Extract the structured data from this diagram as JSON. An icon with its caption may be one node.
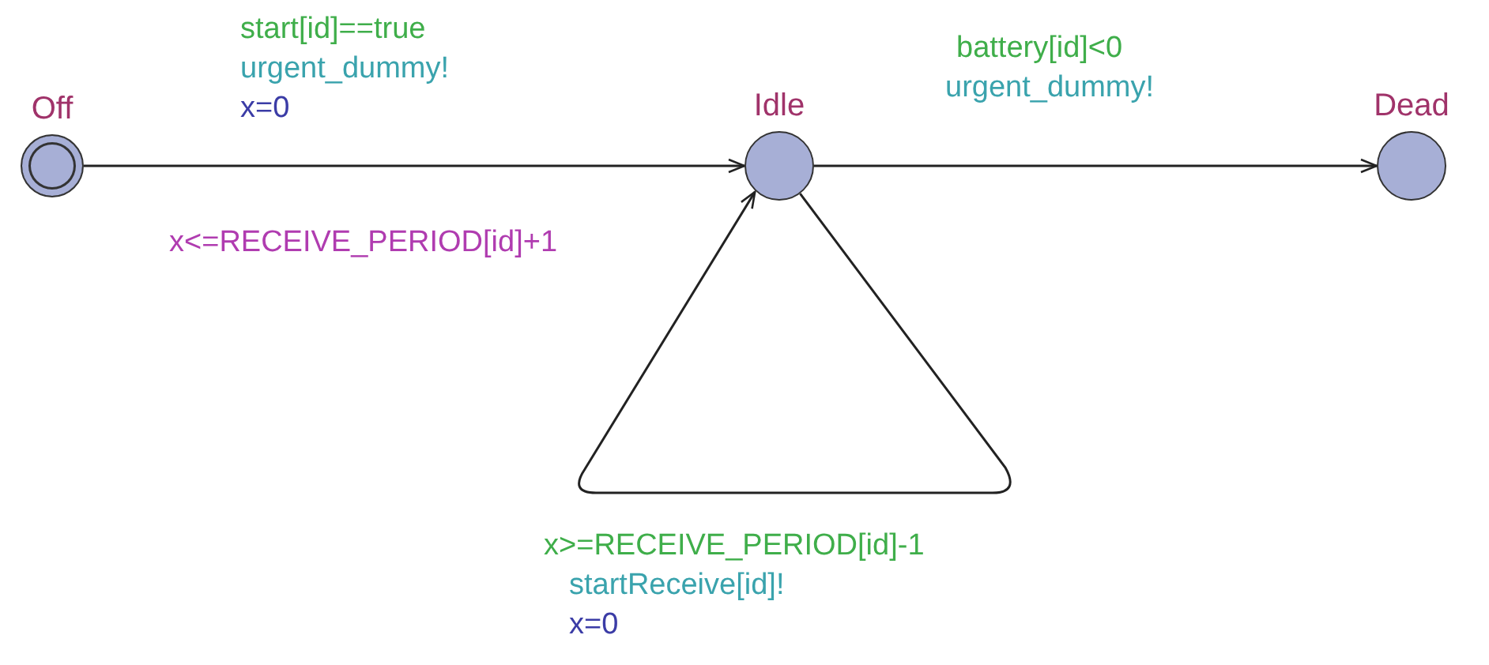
{
  "diagram": {
    "nodes": [
      {
        "text": [
          "Off"
        ]
      },
      {
        "text": [
          "Idle"
        ]
      },
      {
        "text": [
          "Dead"
        ]
      }
    ],
    "edges": [
      {
        "from": 0,
        "to": 1,
        "arrow": "to"
      },
      {
        "from": 1,
        "to": 2,
        "arrow": "to"
      },
      {
        "from": 1,
        "to": 1,
        "arrow": "to"
      }
    ],
    "labels": [
      "start[id]==true",
      "urgent_dummy!",
      "x=0",
      "battery[id]<0",
      "urgent_dummy!",
      "x<=RECEIVE_PERIOD[id]+1",
      "x>=RECEIVE_PERIOD[id]-1",
      "startReceive[id]!",
      "x=0"
    ]
  }
}
